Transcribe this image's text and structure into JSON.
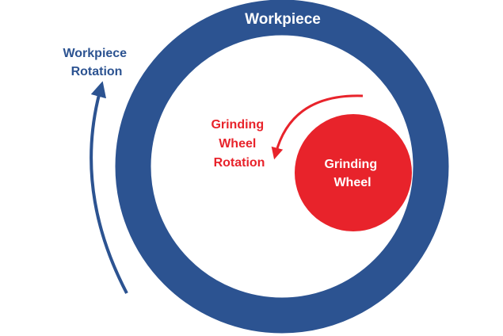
{
  "diagram": {
    "workpiece": {
      "label": "Workpiece",
      "color": "#2c5391"
    },
    "workpiece_rotation": {
      "line1": "Workpiece",
      "line2": "Rotation",
      "color": "#2c5391"
    },
    "grinding_wheel": {
      "line1": "Grinding",
      "line2": "Wheel",
      "color": "#e8232b",
      "text_color": "#ffffff"
    },
    "grinding_wheel_rotation": {
      "line1": "Grinding",
      "line2": "Wheel",
      "line3": "Rotation",
      "color": "#e8232b"
    },
    "background": "#ffffff"
  }
}
